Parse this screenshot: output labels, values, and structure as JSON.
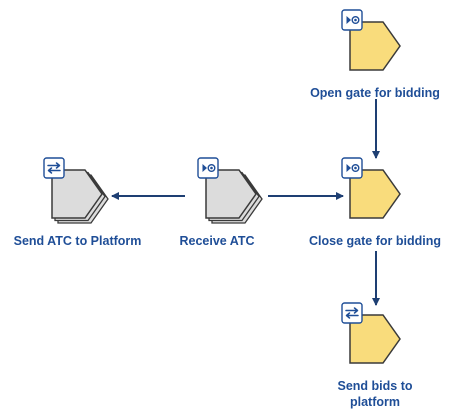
{
  "colors": {
    "accent": "#1f4e97",
    "task_yellow": "#f9dc7c",
    "task_gray": "#dcdcdc",
    "outline": "#3a3a3a",
    "arrow": "#1e3f73"
  },
  "nodes": [
    {
      "id": "open-gate",
      "label": "Open gate for bidding",
      "icon": "trigger-icon",
      "fill": "yellow",
      "stacked": false
    },
    {
      "id": "close-gate",
      "label": "Close gate for bidding",
      "icon": "trigger-icon",
      "fill": "yellow",
      "stacked": false
    },
    {
      "id": "receive-atc",
      "label": "Receive ATC",
      "icon": "trigger-icon",
      "fill": "gray",
      "stacked": true
    },
    {
      "id": "send-atc",
      "label": "Send ATC to Platform",
      "icon": "exchange-icon",
      "fill": "gray",
      "stacked": true
    },
    {
      "id": "send-bids",
      "label": "Send bids to platform",
      "icon": "exchange-icon",
      "fill": "yellow",
      "stacked": false
    }
  ],
  "edges": [
    {
      "from": "open-gate",
      "to": "close-gate"
    },
    {
      "from": "receive-atc",
      "to": "send-atc"
    },
    {
      "from": "receive-atc",
      "to": "close-gate"
    },
    {
      "from": "close-gate",
      "to": "send-bids"
    }
  ]
}
